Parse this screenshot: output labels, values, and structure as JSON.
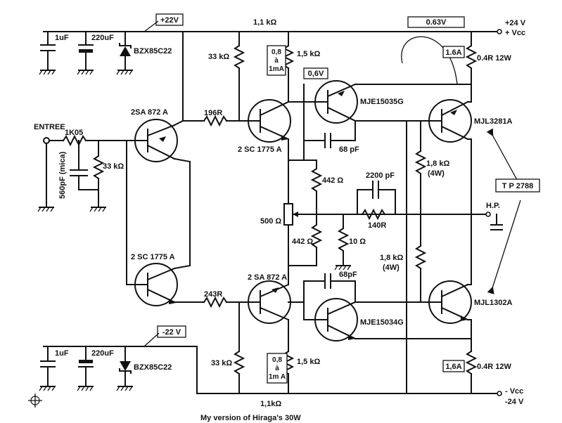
{
  "caption": "My version of Hiraga's 30W",
  "input_label": "ENTREE",
  "output_label": "H.P.",
  "supply": {
    "pos_rail_label": "+22V",
    "neg_rail_label": "-22 V",
    "vcc_pos_v": "+24 V",
    "vcc_pos": "+ Vcc",
    "vcc_neg": "- Vcc",
    "vcc_neg_v": "-24 V",
    "bias_voltage": "0.63V",
    "bias_current_top": "1.6A",
    "bias_current_bottom": "1,6A"
  },
  "components": {
    "c_top_1": "1uF",
    "c_top_2": "220uF",
    "z_top": "BZX85C22",
    "c_bot_1": "1uF",
    "c_bot_2": "220uF",
    "z_bot": "BZX85C22",
    "r_top_11k": "1,1 kΩ",
    "r_bot_11k": "1,1kΩ",
    "r_top_33k": "33 kΩ",
    "r_bot_33k": "33 kΩ",
    "r_in_33k": "33 kΩ",
    "r_in": "1K05",
    "c_in": "560pF (mica)",
    "r_top_15k": "1,5 kΩ",
    "r_bot_15k": "1,5 kΩ",
    "cur_top_a": "0,8",
    "cur_top_b": "à",
    "cur_top_c": "1mA",
    "cur_bot_a": "0,8",
    "cur_bot_b": "à",
    "cur_bot_c": "1m A",
    "v06": "0,6V",
    "r_196": "196R",
    "r_243": "243R",
    "q1": "2SA 872 A",
    "q2": "2 SC 1775 A",
    "q3": "2 SC 1775 A",
    "q4": "2 SA 872 A",
    "q5": "MJE15035G",
    "q6": "MJE15034G",
    "q7": "MJL3281A",
    "q8": "MJL1302A",
    "c_68_top": "68 pF",
    "c_68_bot": "68pF",
    "r_442_top": "442 Ω",
    "r_442_bot": "442 Ω",
    "pot_500": "500 Ω",
    "r_10": "10 Ω",
    "c_2200": "2200 pF",
    "r_140": "140R",
    "r_18k_top_a": "1,8 kΩ",
    "r_18k_top_b": "(4W)",
    "r_18k_bot_a": "1,8 kΩ",
    "r_18k_bot_b": "(4W)",
    "r_04_top": "0.4R 12W",
    "r_04_bot": "0.4R 12W",
    "tp": "T P 2788"
  }
}
